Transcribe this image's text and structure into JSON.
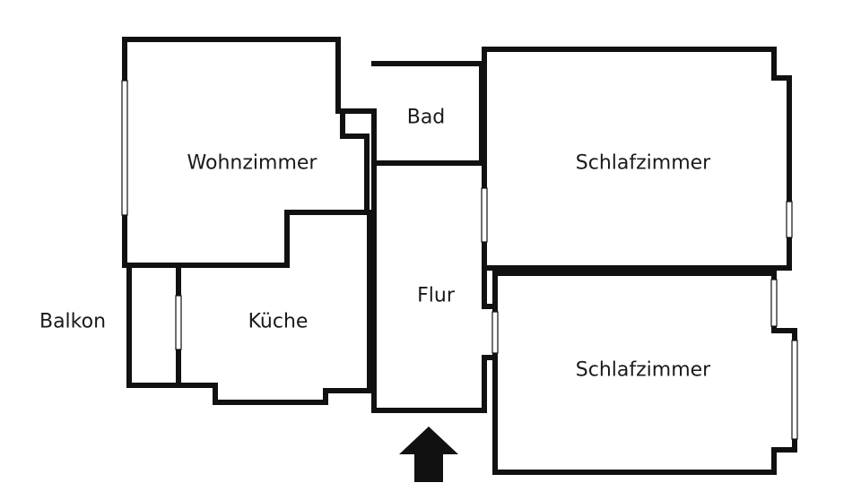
{
  "rooms": {
    "wohnzimmer": "Wohnzimmer",
    "bad": "Bad",
    "schlafzimmer_top": "Schlafzimmer",
    "flur": "Flur",
    "kueche": "Küche",
    "balkon": "Balkon",
    "schlafzimmer_bottom": "Schlafzimmer"
  },
  "icons": {
    "entrance": "arrow-up-icon"
  },
  "colors": {
    "walls": "#111111",
    "background": "#ffffff"
  }
}
